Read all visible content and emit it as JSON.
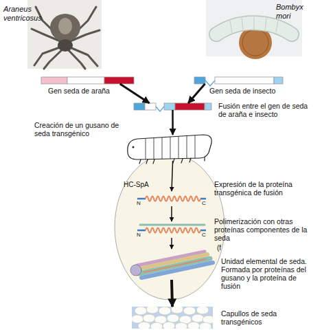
{
  "diagram": {
    "nodes": [
      {
        "text": [
          "Araneus ventricosus"
        ]
      },
      {
        "text": [
          "Bombyx mori"
        ]
      },
      {
        "text": [
          "Gen seda de araña"
        ]
      },
      {
        "text": [
          "Gen seda de insecto"
        ]
      },
      {
        "text": [
          "Fusión entre el gen de seda de araña e insecto"
        ]
      },
      {
        "text": [
          "Creación de un gusano de seda transgénico"
        ]
      },
      {
        "text": [
          "HC-SpA",
          "Expresión de la proteína transgénica de fusión"
        ]
      },
      {
        "text": [
          "Polimerización con otras proteínas componentes de la seda"
        ]
      },
      {
        "text": [
          "Unidad elemental de seda. Formada por proteínas del gusano y la proteína de fusión"
        ]
      },
      {
        "text": [
          "Capullos de seda transgénicos"
        ]
      }
    ],
    "edges": [
      {
        "from": 2,
        "to": 4,
        "arrow": "to"
      },
      {
        "from": 3,
        "to": 4,
        "arrow": "to"
      },
      {
        "from": 4,
        "to": 5,
        "arrow": "to"
      },
      {
        "from": 5,
        "to": 6,
        "arrow": "to"
      },
      {
        "from": 6,
        "to": 7,
        "arrow": "to"
      },
      {
        "from": 7,
        "to": 8,
        "arrow": "to"
      },
      {
        "from": 8,
        "to": 9,
        "arrow": "to"
      }
    ],
    "labels": [
      "N",
      "C",
      "N",
      "C",
      "(f"
    ]
  }
}
